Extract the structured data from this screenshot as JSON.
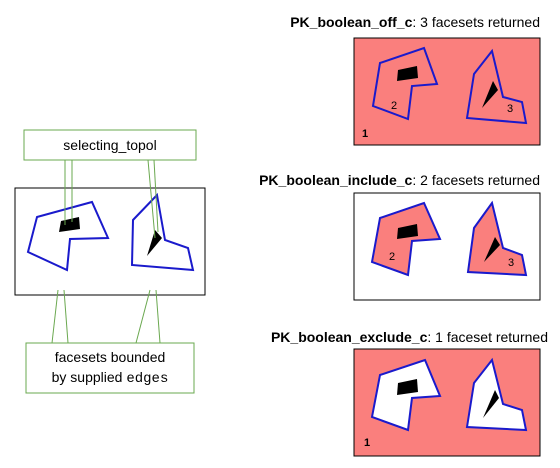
{
  "callouts": {
    "top": {
      "text": "selecting_topol"
    },
    "bottom": {
      "line1": "facesets bounded",
      "line2_prefix": "by supplied ",
      "line2_code": "edges"
    }
  },
  "panels": [
    {
      "title_bold": "PK_boolean_off_c",
      "title_rest": ": 3 facesets returned",
      "label_outer": "1",
      "label_left": "2",
      "label_right": "3"
    },
    {
      "title_bold": "PK_boolean_include_c",
      "title_rest": ": 2 facesets returned",
      "label_left": "2",
      "label_right": "3"
    },
    {
      "title_bold": "PK_boolean_exclude_c",
      "title_rest": ": 1 faceset returned",
      "label_outer": "1"
    }
  ],
  "colors": {
    "fill": "#fa7f7d",
    "edge": "#1a1acc",
    "callout": "#6aa84f",
    "frame": "#000000"
  }
}
